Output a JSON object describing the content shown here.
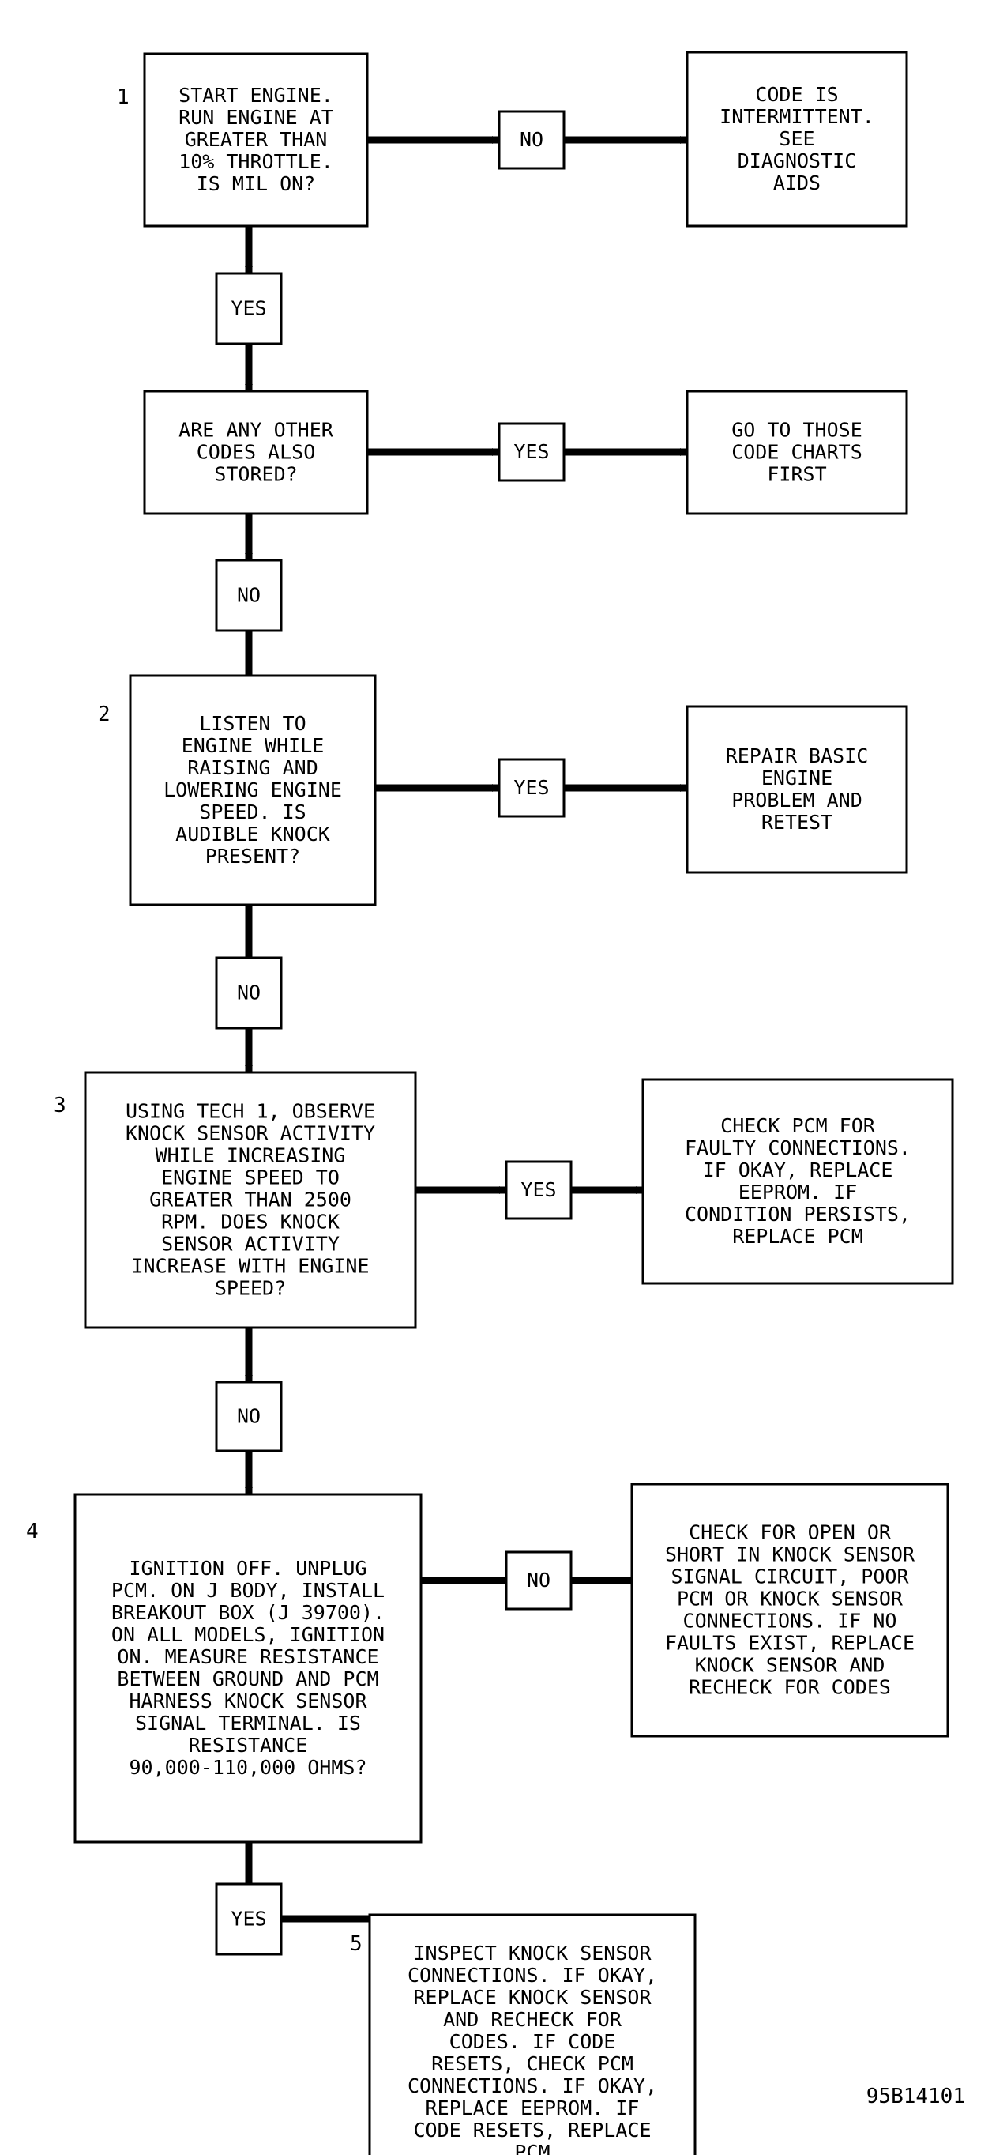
{
  "diagram": {
    "figure_id": "95B14101",
    "steps": [
      {
        "number": "1",
        "lines": [
          "START ENGINE.",
          "RUN ENGINE AT",
          "GREATER THAN",
          "10% THROTTLE.",
          "IS MIL ON?"
        ]
      },
      {
        "number": "",
        "lines": [
          "ARE ANY OTHER",
          "CODES ALSO",
          "STORED?"
        ]
      },
      {
        "number": "2",
        "lines": [
          "LISTEN TO",
          "ENGINE WHILE",
          "RAISING AND",
          "LOWERING ENGINE",
          "SPEED. IS",
          "AUDIBLE KNOCK",
          "PRESENT?"
        ]
      },
      {
        "number": "3",
        "lines": [
          "USING TECH 1, OBSERVE",
          "KNOCK SENSOR ACTIVITY",
          "WHILE INCREASING",
          "ENGINE SPEED TO",
          "GREATER THAN 2500",
          "RPM. DOES KNOCK",
          "SENSOR ACTIVITY",
          "INCREASE WITH ENGINE",
          "SPEED?"
        ]
      },
      {
        "number": "4",
        "lines": [
          "IGNITION OFF. UNPLUG",
          "PCM. ON J BODY, INSTALL",
          "BREAKOUT BOX (J 39700).",
          "ON ALL MODELS, IGNITION",
          "ON. MEASURE RESISTANCE",
          "BETWEEN GROUND AND PCM",
          "HARNESS KNOCK SENSOR",
          "SIGNAL TERMINAL. IS",
          "RESISTANCE",
          "90,000-110,000 OHMS?"
        ]
      },
      {
        "number": "5",
        "lines": [
          "INSPECT KNOCK SENSOR",
          "CONNECTIONS. IF OKAY,",
          "REPLACE KNOCK SENSOR",
          "AND RECHECK FOR",
          "CODES. IF CODE",
          "RESETS, CHECK PCM",
          "CONNECTIONS. IF OKAY,",
          "REPLACE EEPROM. IF",
          "CODE RESETS, REPLACE",
          "PCM"
        ]
      }
    ],
    "outcomes": [
      {
        "lines": [
          "CODE IS",
          "INTERMITTENT.",
          "SEE",
          "DIAGNOSTIC",
          "AIDS"
        ]
      },
      {
        "lines": [
          "GO TO THOSE",
          "CODE CHARTS",
          "FIRST"
        ]
      },
      {
        "lines": [
          "REPAIR BASIC",
          "ENGINE",
          "PROBLEM AND",
          "RETEST"
        ]
      },
      {
        "lines": [
          "CHECK PCM FOR",
          "FAULTY CONNECTIONS.",
          "IF OKAY, REPLACE",
          "EEPROM. IF",
          "CONDITION PERSISTS,",
          "REPLACE PCM"
        ]
      },
      {
        "lines": [
          "CHECK FOR OPEN OR",
          "SHORT IN KNOCK SENSOR",
          "SIGNAL CIRCUIT, POOR",
          "PCM OR KNOCK SENSOR",
          "CONNECTIONS. IF NO",
          "FAULTS EXIST, REPLACE",
          "KNOCK SENSOR AND",
          "RECHECK FOR CODES"
        ]
      }
    ],
    "decision_labels": {
      "yes": "YES",
      "no": "NO"
    },
    "line_color": "#000000",
    "background_color": "#ffffff"
  }
}
